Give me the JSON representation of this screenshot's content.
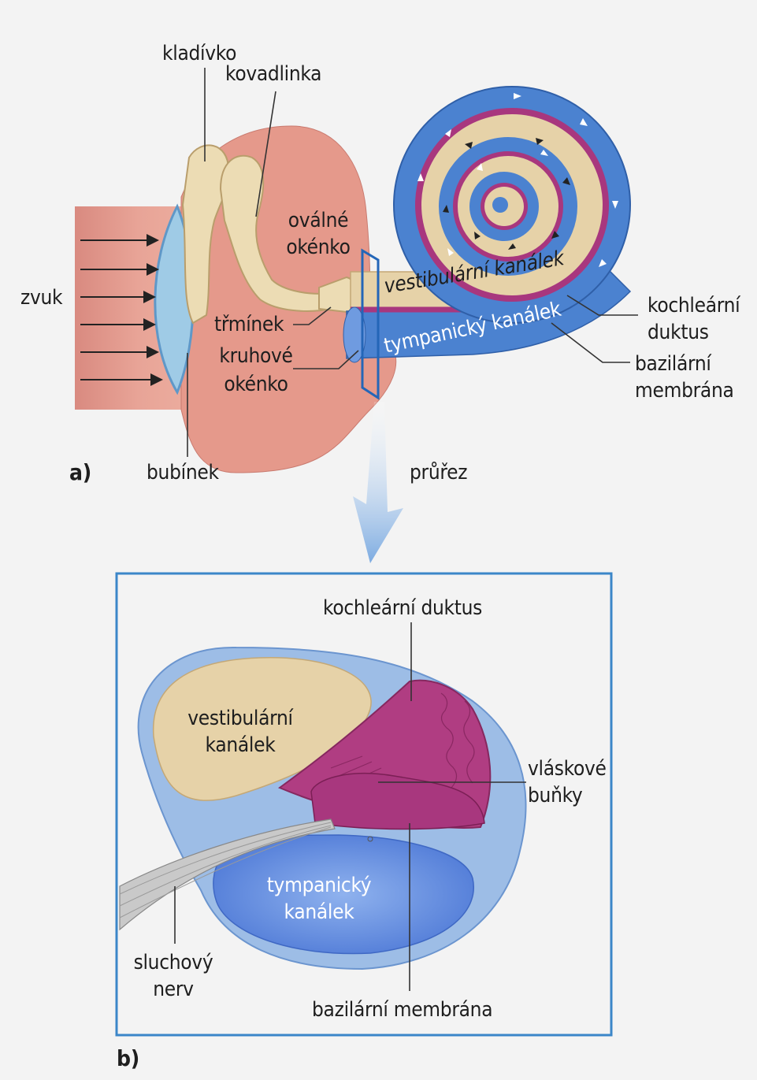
{
  "part_a": {
    "marker": "a)",
    "labels": {
      "hammer": "kladívko",
      "anvil": "kovadlinka",
      "oval_window_1": "oválné",
      "oval_window_2": "okénko",
      "sound": "zvuk",
      "stirrup": "třmínek",
      "round_window_1": "kruhové",
      "round_window_2": "okénko",
      "eardrum": "bubínek",
      "cross_section": "průřez",
      "vestibular_canal": "vestibulární kanálek",
      "tympanic_canal": "tympanický kanálek",
      "cochlear_duct_1": "kochleární",
      "cochlear_duct_2": "duktus",
      "basilar_membrane_1": "bazilární",
      "basilar_membrane_2": "membrána"
    }
  },
  "part_b": {
    "marker": "b)",
    "labels": {
      "cochlear_duct": "kochleární duktus",
      "vestibular_canal_1": "vestibulární",
      "vestibular_canal_2": "kanálek",
      "hair_cells_1": "vláskové",
      "hair_cells_2": "buňky",
      "tympanic_canal_1": "tympanický",
      "tympanic_canal_2": "kanálek",
      "auditory_nerve_1": "sluchový",
      "auditory_nerve_2": "nerv",
      "basilar_membrane": "bazilární membrána"
    }
  },
  "colors": {
    "background": "#f3f3f3",
    "tissue": "#e59a8c",
    "bone": "#ecdcb4",
    "eardrum": "#9fcbe6",
    "cochlea_blue": "#4b82d0",
    "duct_purple": "#a8377e",
    "frame_blue": "#3b86c8"
  }
}
